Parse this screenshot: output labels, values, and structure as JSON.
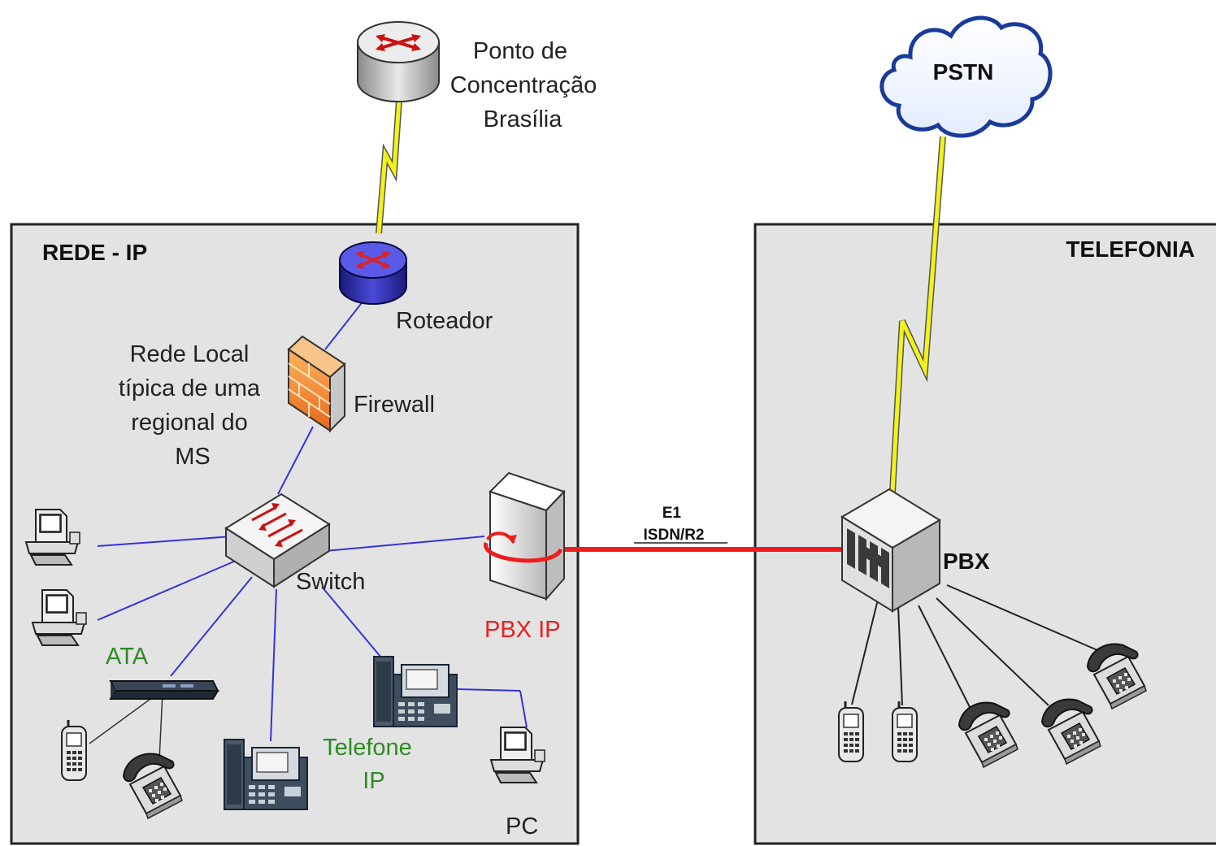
{
  "regions": {
    "rede_ip": {
      "title": "REDE - IP"
    },
    "telefonia": {
      "title": "TELEFONIA"
    }
  },
  "labels": {
    "ponto": [
      "Ponto de",
      "Concentração",
      "Brasília"
    ],
    "pstn": "PSTN",
    "roteador": "Roteador",
    "rede_local": [
      "Rede Local",
      "típica de uma",
      "regional do",
      "MS"
    ],
    "firewall": "Firewall",
    "switch": "Switch",
    "pbx_ip": "PBX IP",
    "ata": "ATA",
    "telefone_ip": [
      "Telefone",
      "IP"
    ],
    "pc": "PC",
    "pbx": "PBX",
    "link": [
      "E1",
      "ISDN/R2"
    ]
  },
  "colors": {
    "region_fill": "#e3e3e3",
    "region_border": "#222222",
    "lan_link": "#3333dd",
    "trunk_link": "#ee1c1c",
    "phone_link": "#333333",
    "wan_bolt": "#f2f21a",
    "pbx_ip_label": "#ee1c1c",
    "ata_label": "#2e8b24",
    "telefone_ip_label": "#2e8b24"
  },
  "icons": [
    "router-icon",
    "cloud-icon",
    "firewall-icon",
    "switch-icon",
    "server-icon",
    "pbx-icon",
    "pc-icon",
    "ip-phone-icon",
    "ata-icon",
    "mobile-phone-icon",
    "desk-phone-icon",
    "lightning-link-icon"
  ]
}
